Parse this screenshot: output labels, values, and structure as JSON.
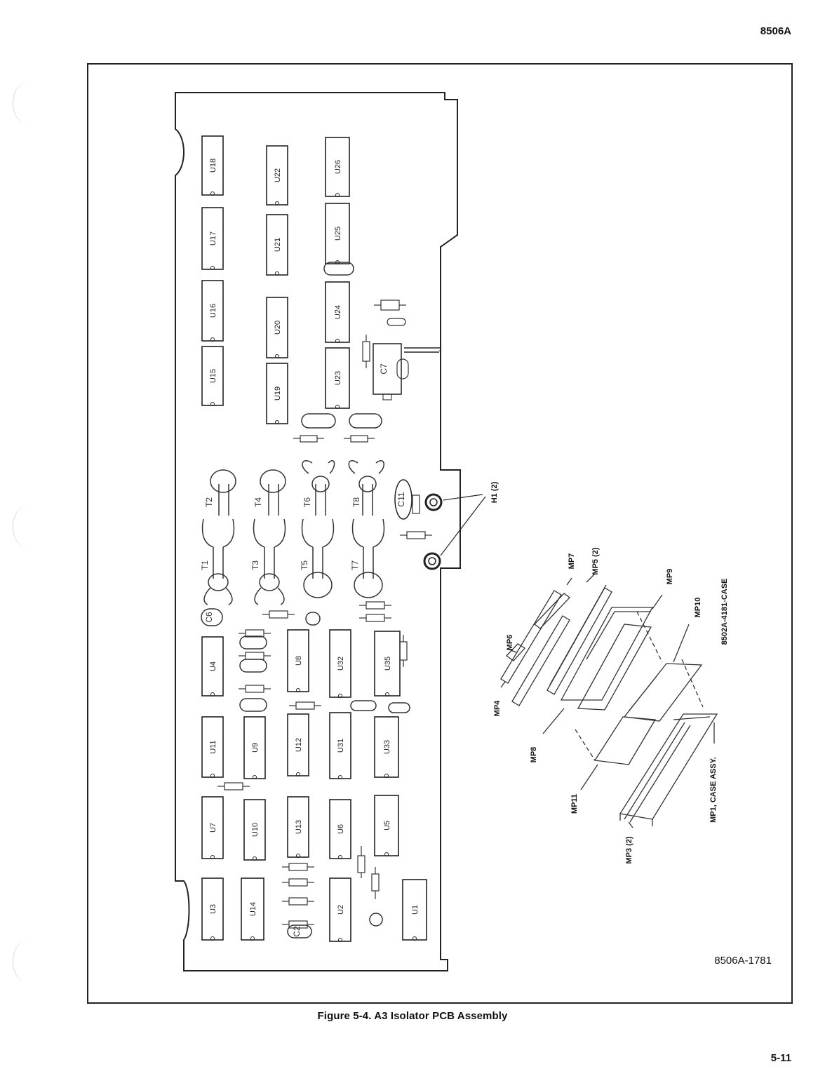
{
  "header": {
    "model": "8506A"
  },
  "figure": {
    "caption": "Figure 5-4. A3 Isolator PCB Assembly",
    "drawing_number": "8506A-1781"
  },
  "footer": {
    "page_number": "5-11"
  },
  "ics": [
    {
      "ref": "U18"
    },
    {
      "ref": "U22"
    },
    {
      "ref": "U26"
    },
    {
      "ref": "U17"
    },
    {
      "ref": "U21"
    },
    {
      "ref": "U25"
    },
    {
      "ref": "U16"
    },
    {
      "ref": "U20"
    },
    {
      "ref": "U24"
    },
    {
      "ref": "U15"
    },
    {
      "ref": "U19"
    },
    {
      "ref": "U23"
    },
    {
      "ref": "U4"
    },
    {
      "ref": "U8"
    },
    {
      "ref": "U32"
    },
    {
      "ref": "U35"
    },
    {
      "ref": "U11"
    },
    {
      "ref": "U9"
    },
    {
      "ref": "U12"
    },
    {
      "ref": "U31"
    },
    {
      "ref": "U33"
    },
    {
      "ref": "U7"
    },
    {
      "ref": "U10"
    },
    {
      "ref": "U13"
    },
    {
      "ref": "U6"
    },
    {
      "ref": "U5"
    },
    {
      "ref": "U3"
    },
    {
      "ref": "U14"
    },
    {
      "ref": "U2"
    },
    {
      "ref": "U1"
    }
  ],
  "transformers": [
    "T2",
    "T4",
    "T6",
    "T8",
    "T1",
    "T3",
    "T5",
    "T7"
  ],
  "capacitors": [
    "C7",
    "C11",
    "C6",
    "C2"
  ],
  "exploded_parts": {
    "hardware_callout": "H1 (2)",
    "case_ref": "8502A-4181-CASE",
    "labels": [
      "MP7",
      "MP5 (2)",
      "MP9",
      "MP6",
      "MP10",
      "MP4",
      "MP8",
      "MP11",
      "MP1, CASE ASSY.",
      "MP3 (2)"
    ]
  }
}
